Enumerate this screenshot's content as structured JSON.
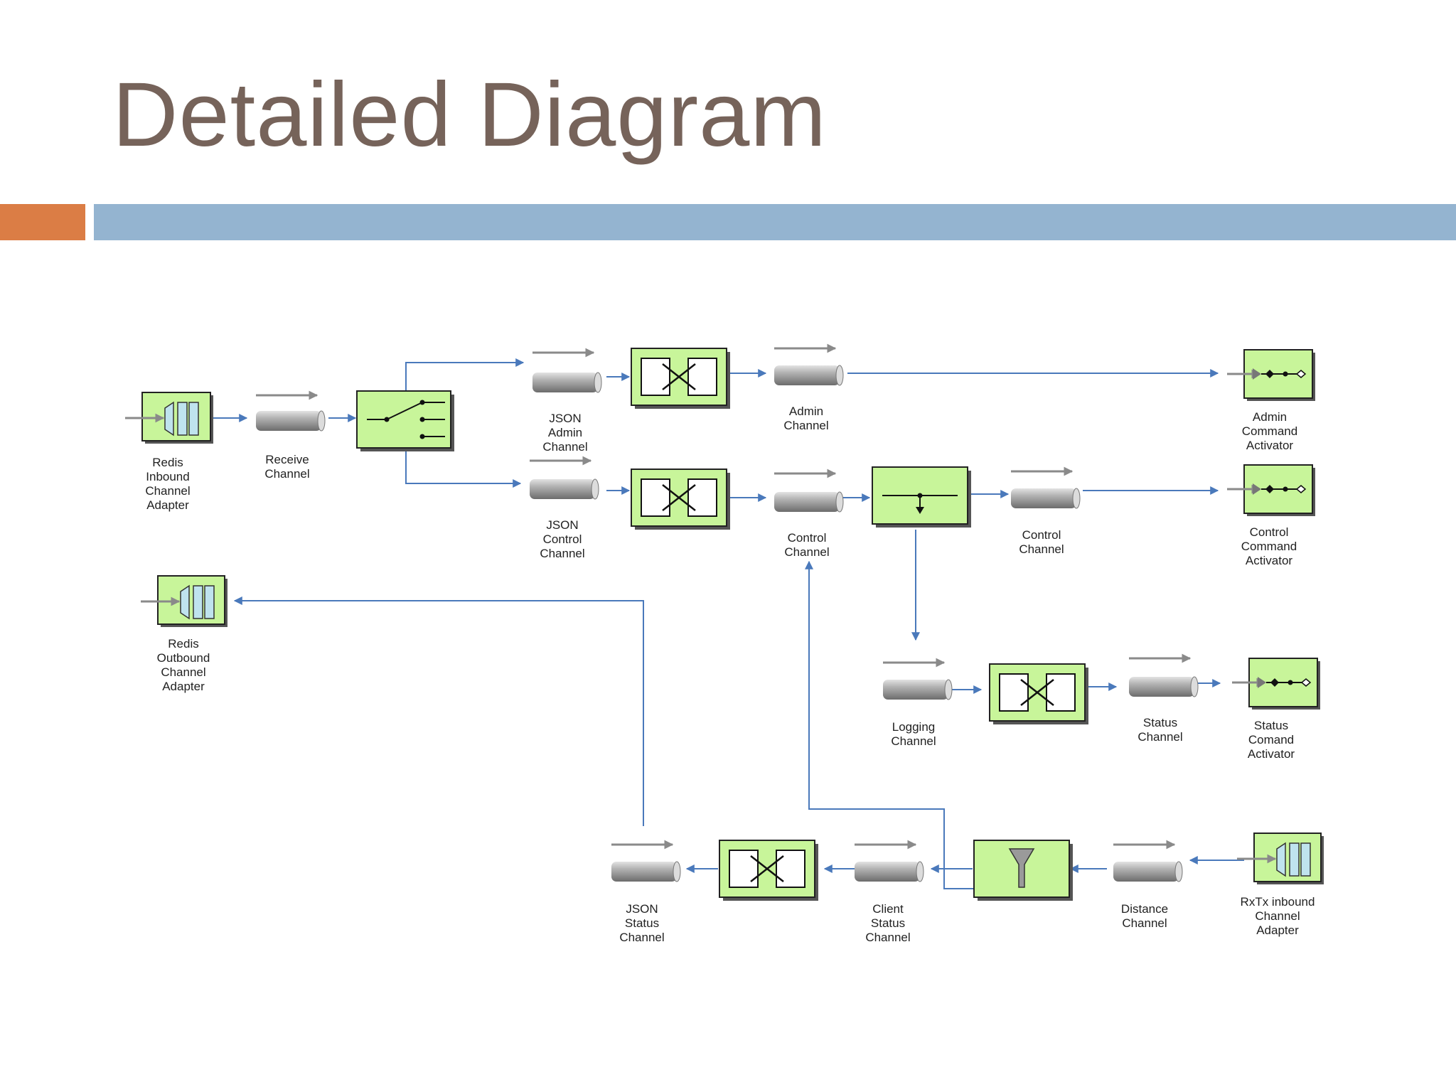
{
  "title": "Detailed Diagram",
  "colors": {
    "title": "#76635a",
    "accent_orange": "#db7d45",
    "accent_blue": "#94b4d0",
    "component_fill": "#c8f59a",
    "flow_line": "#4a79bb"
  },
  "components": [
    {
      "id": "redis-inbound-adapter",
      "kind": "adapter-icon",
      "label": [
        "Redis",
        "Inbound",
        "Channel",
        "Adapter"
      ]
    },
    {
      "id": "receive-channel",
      "kind": "channel-icon",
      "label": [
        "Receive",
        "Channel"
      ]
    },
    {
      "id": "router",
      "kind": "router-icon",
      "label": []
    },
    {
      "id": "json-admin-channel",
      "kind": "channel-icon",
      "label": [
        "JSON",
        "Admin",
        "Channel"
      ]
    },
    {
      "id": "json-control-channel",
      "kind": "channel-icon",
      "label": [
        "JSON",
        "Control",
        "Channel"
      ]
    },
    {
      "id": "transformer-admin",
      "kind": "transformer-icon",
      "label": []
    },
    {
      "id": "transformer-control",
      "kind": "transformer-icon",
      "label": []
    },
    {
      "id": "admin-channel",
      "kind": "channel-icon",
      "label": [
        "Admin",
        "Channel"
      ]
    },
    {
      "id": "control-channel-1",
      "kind": "channel-icon",
      "label": [
        "Control",
        "Channel"
      ]
    },
    {
      "id": "wire-tap",
      "kind": "wire-tap-icon",
      "label": []
    },
    {
      "id": "control-channel-2",
      "kind": "channel-icon",
      "label": [
        "Control",
        "Channel"
      ]
    },
    {
      "id": "admin-command-activator",
      "kind": "activator-icon",
      "label": [
        "Admin",
        "Command",
        "Activator"
      ]
    },
    {
      "id": "control-command-activator",
      "kind": "activator-icon",
      "label": [
        "Control",
        "Command",
        "Activator"
      ]
    },
    {
      "id": "redis-outbound-adapter",
      "kind": "adapter-icon",
      "label": [
        "Redis",
        "Outbound",
        "Channel",
        "Adapter"
      ]
    },
    {
      "id": "logging-channel",
      "kind": "channel-icon",
      "label": [
        "Logging",
        "Channel"
      ]
    },
    {
      "id": "transformer-status",
      "kind": "transformer-icon",
      "label": []
    },
    {
      "id": "status-channel",
      "kind": "channel-icon",
      "label": [
        "Status",
        "Channel"
      ]
    },
    {
      "id": "status-command-activator",
      "kind": "activator-icon",
      "label": [
        "Status",
        "Comand",
        "Activator"
      ]
    },
    {
      "id": "json-status-channel",
      "kind": "channel-icon",
      "label": [
        "JSON",
        "Status",
        "Channel"
      ]
    },
    {
      "id": "transformer-json-status",
      "kind": "transformer-icon",
      "label": []
    },
    {
      "id": "client-status-channel",
      "kind": "channel-icon",
      "label": [
        "Client",
        "Status",
        "Channel"
      ]
    },
    {
      "id": "filter",
      "kind": "filter-icon",
      "label": []
    },
    {
      "id": "distance-channel",
      "kind": "channel-icon",
      "label": [
        "Distance",
        "Channel"
      ]
    },
    {
      "id": "rxtx-inbound-adapter",
      "kind": "adapter-icon",
      "label": [
        "RxTx inbound",
        "Channel",
        "Adapter"
      ]
    }
  ]
}
